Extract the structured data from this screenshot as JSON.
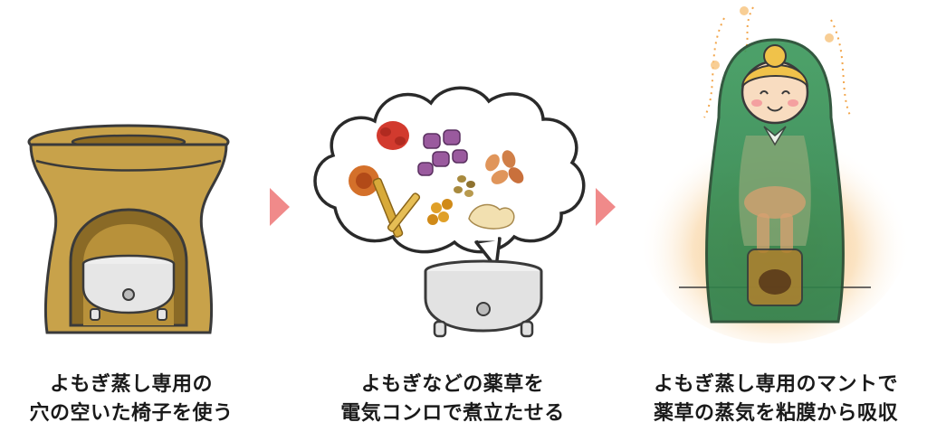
{
  "steps": [
    {
      "line1": "よもぎ蒸し専用の",
      "line2": "穴の空いた椅子を使う"
    },
    {
      "line1": "よもぎなどの薬草を",
      "line2": "電気コンロで煮立たせる"
    },
    {
      "line1": "よもぎ蒸し専用のマントで",
      "line2": "薬草の蒸気を粘膜から吸収"
    }
  ],
  "colors": {
    "chair": "#C8A24A",
    "arrow": "#F08A8A",
    "cape": "#3E9A5E",
    "steam": "#F2A54A"
  }
}
